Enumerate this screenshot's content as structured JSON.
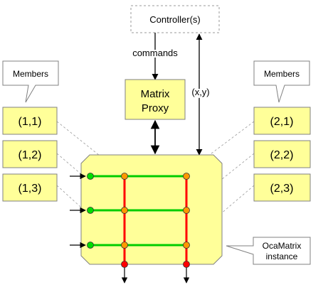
{
  "controller": {
    "label": "Controller(s)"
  },
  "commands_label": "commands",
  "coord_label": "(x,y)",
  "proxy": {
    "line1": "Matrix",
    "line2": "Proxy"
  },
  "members_left_label": "Members",
  "members_right_label": "Members",
  "left_members": [
    "(1,1)",
    "(1,2)",
    "(1,3)"
  ],
  "right_members": [
    "(2,1)",
    "(2,2)",
    "(2,3)"
  ],
  "instance": {
    "line1": "OcaMatrix",
    "line2": "instance"
  },
  "colors": {
    "box_fill": "#ffff99",
    "box_stroke": "#808080",
    "row_line": "#00cc00",
    "col_line": "#ff0000",
    "input_node": "#00dd00",
    "cross_node": "#ff9900",
    "output_node": "#ff0000",
    "dashed": "#999999"
  }
}
